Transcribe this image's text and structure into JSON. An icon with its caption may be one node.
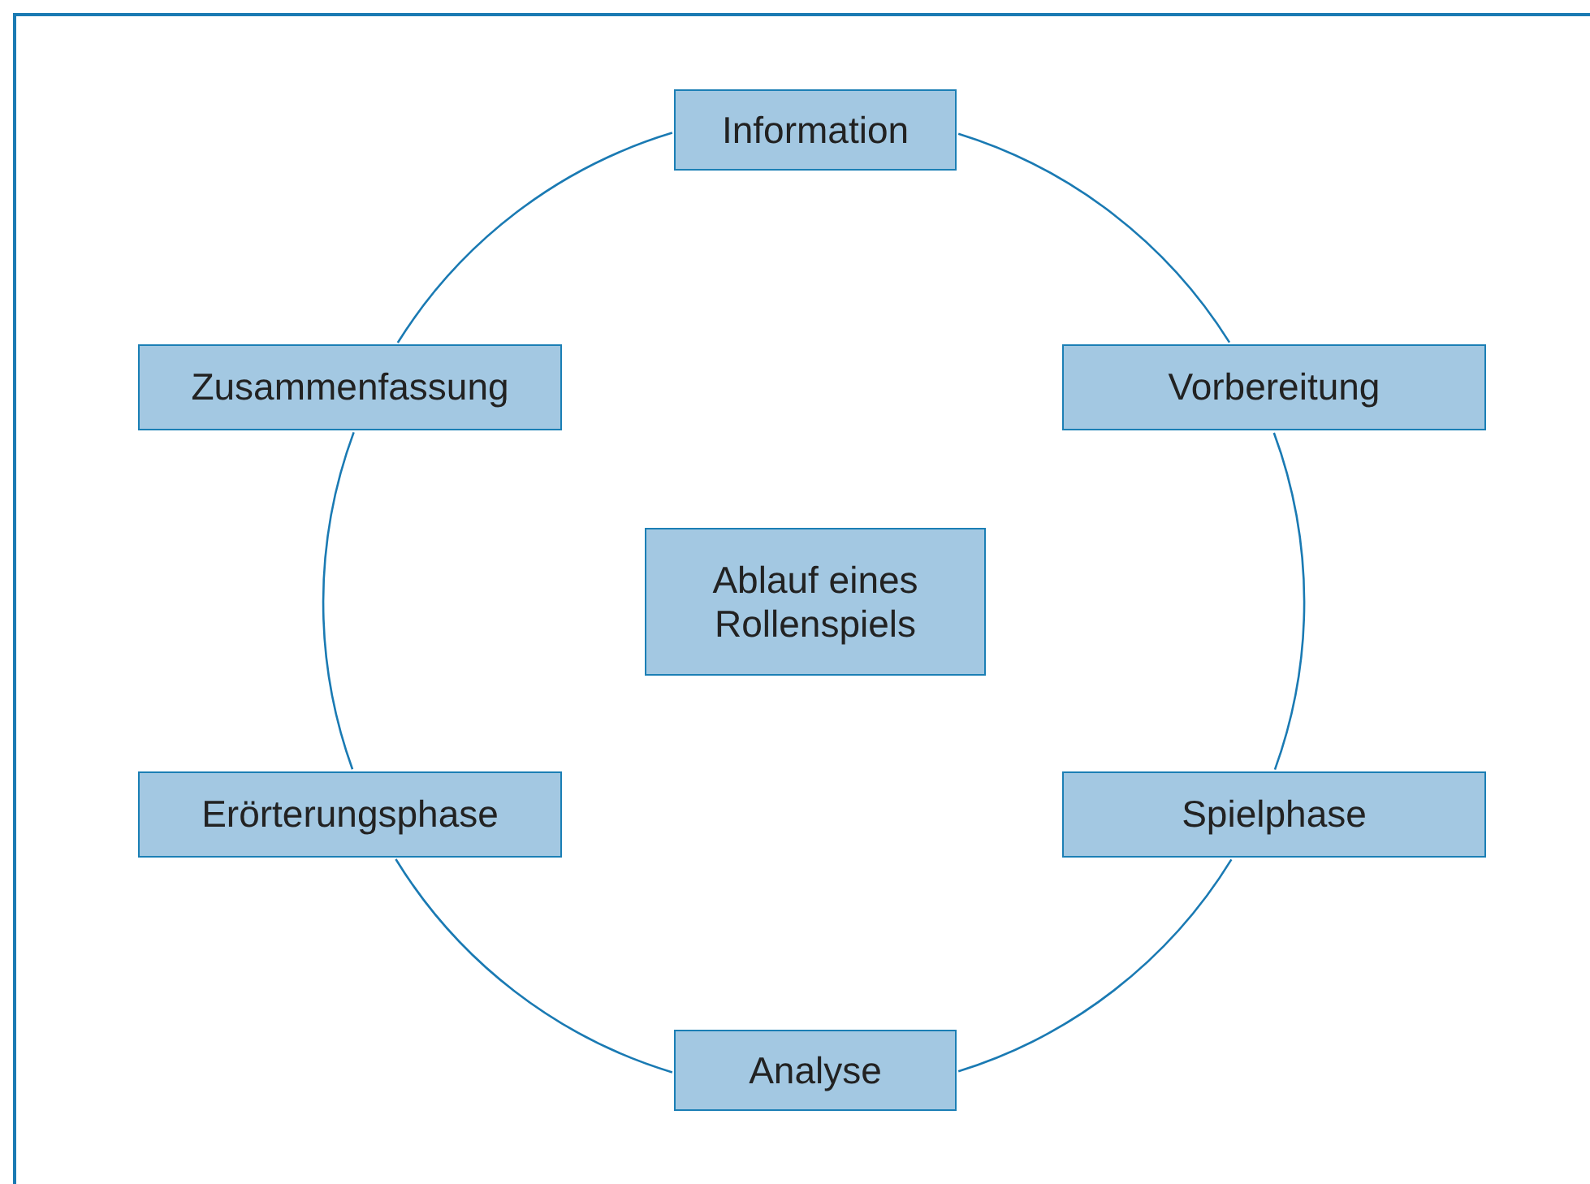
{
  "diagram": {
    "nodes": [
      {
        "text": [
          "Information"
        ]
      },
      {
        "text": [
          "Zusammenfassung"
        ]
      },
      {
        "text": [
          "Vorbereitung"
        ]
      },
      {
        "text": [
          "Ablauf eines Rollenspiels"
        ]
      },
      {
        "text": [
          "Erörterungsphase"
        ]
      },
      {
        "text": [
          "Spielphase"
        ]
      },
      {
        "text": [
          "Analyse"
        ]
      }
    ],
    "edges": [
      {
        "from": 0,
        "to": 2,
        "arrow": "none"
      },
      {
        "from": 2,
        "to": 5,
        "arrow": "none"
      },
      {
        "from": 5,
        "to": 6,
        "arrow": "none"
      },
      {
        "from": 6,
        "to": 4,
        "arrow": "none"
      },
      {
        "from": 4,
        "to": 1,
        "arrow": "none"
      },
      {
        "from": 1,
        "to": 0,
        "arrow": "none"
      }
    ]
  }
}
